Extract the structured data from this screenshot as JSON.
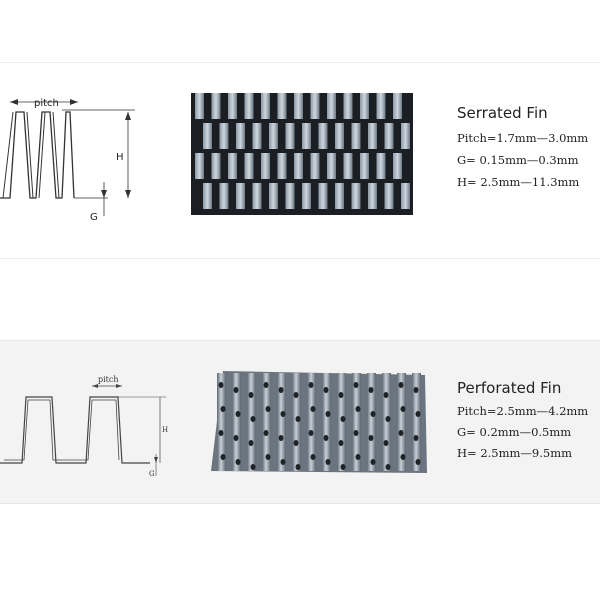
{
  "serrated": {
    "title": "Serrated Fin",
    "specs": [
      "Pitch=1.7mm—3.0mm",
      "G= 0.15mm—0.3mm",
      "H= 2.5mm—11.3mm"
    ],
    "diagram": {
      "pitch_label": "pitch",
      "h_label": "H",
      "g_label": "G"
    }
  },
  "perforated": {
    "title": "Perforated Fin",
    "specs": [
      "Pitch=2.5mm—4.2mm",
      "G= 0.2mm—0.5mm",
      "H= 2.5mm—9.5mm"
    ],
    "diagram": {
      "pitch_label": "pitch",
      "h_label": "H",
      "g_label": "G"
    }
  }
}
